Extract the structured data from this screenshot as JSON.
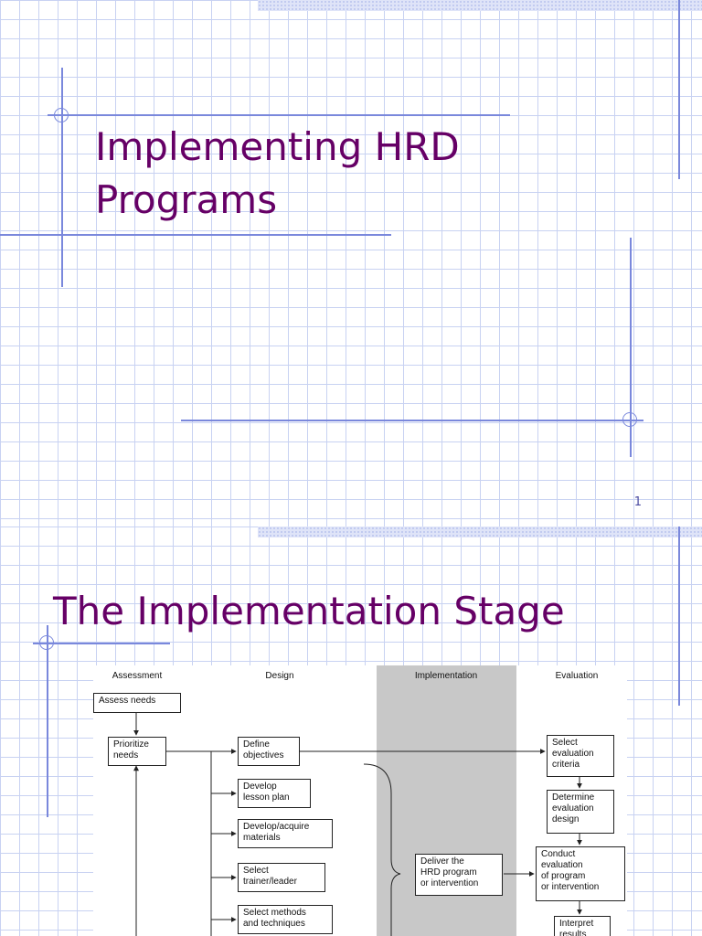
{
  "slide1": {
    "title": "Implementing HRD\nPrograms",
    "page_number": "1"
  },
  "slide2": {
    "title": "The Implementation Stage",
    "diagram": {
      "columns": {
        "assessment": "Assessment",
        "design": "Design",
        "implementation": "Implementation",
        "evaluation": "Evaluation"
      },
      "boxes": {
        "assess_needs": "Assess needs",
        "prioritize_needs": "Prioritize\nneeds",
        "define_objectives": "Define\nobjectives",
        "develop_lesson_plan": "Develop\nlesson plan",
        "develop_acquire_materials": "Develop/acquire\nmaterials",
        "select_trainer": "Select\ntrainer/leader",
        "select_methods": "Select methods\nand techniques",
        "deliver_program": "Deliver the\nHRD program\nor intervention",
        "select_criteria": "Select\nevaluation\ncriteria",
        "determine_design": "Determine\nevaluation\ndesign",
        "conduct_evaluation": "Conduct\nevaluation\nof program\nor intervention",
        "interpret_results": "Interpret\nresults"
      }
    }
  }
}
